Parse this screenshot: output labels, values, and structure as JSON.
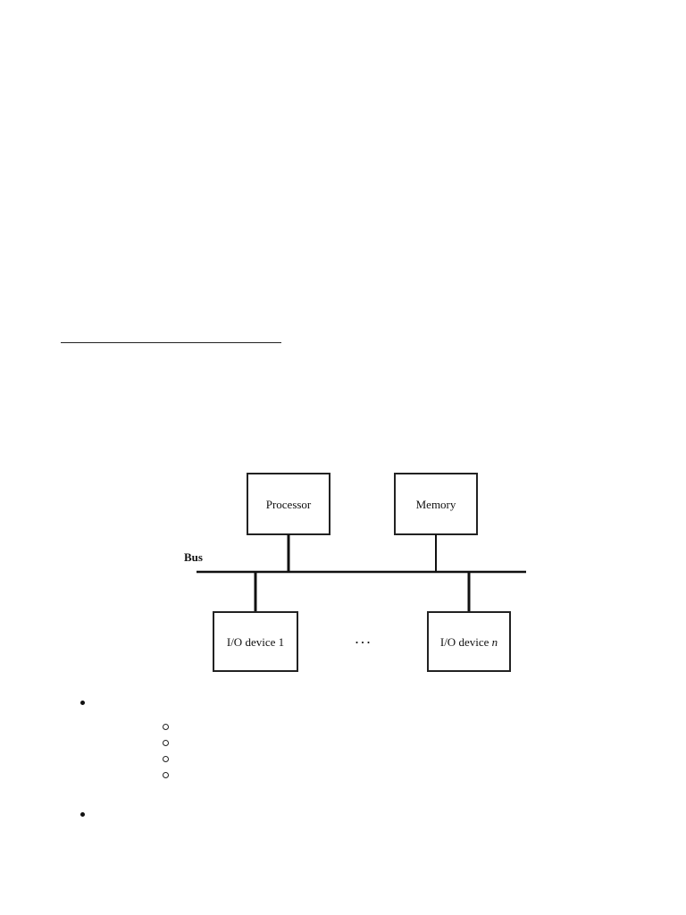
{
  "diagram": {
    "processor_label": "Processor",
    "memory_label": "Memory",
    "bus_label": "Bus",
    "io_device_1_label": "I/O device 1",
    "io_device_n_label": "I/O device",
    "io_device_n_suffix": "n",
    "ellipsis": ". . ."
  },
  "list": {
    "items": [
      {
        "level": 1,
        "text": ""
      },
      {
        "level": 2,
        "text": ""
      },
      {
        "level": 2,
        "text": ""
      },
      {
        "level": 2,
        "text": ""
      },
      {
        "level": 2,
        "text": ""
      },
      {
        "level": 1,
        "text": ""
      }
    ]
  }
}
